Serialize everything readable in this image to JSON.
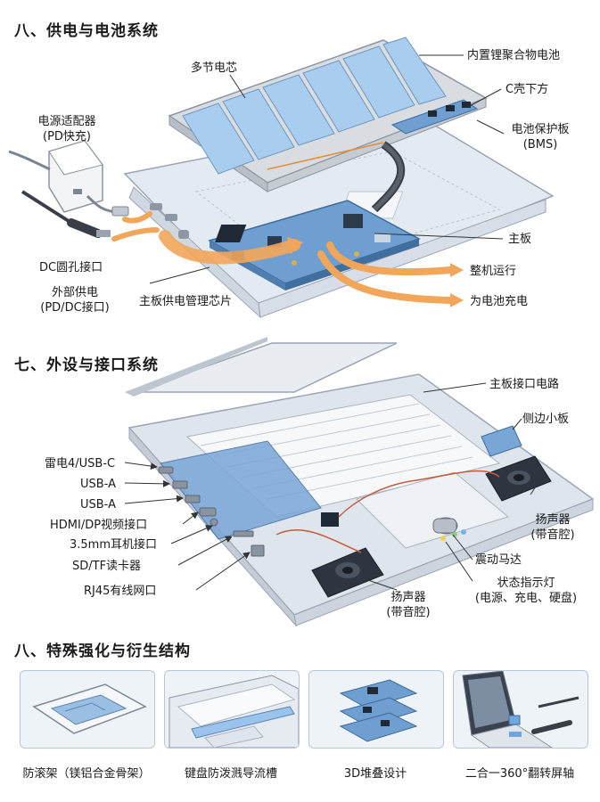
{
  "sections": [
    {
      "title": "八、供电与电池系统"
    },
    {
      "title": "七、外设与接口系统"
    },
    {
      "title": "八、特殊强化与衍生结构"
    }
  ],
  "power": {
    "cells_label": "多节电芯",
    "battery_label": "内置锂聚合物电池",
    "c_shell_label": "C壳下方",
    "bms_label": "电池保护板",
    "bms_sub": "(BMS)",
    "adapter_label": "电源适配器",
    "adapter_sub": "(PD快充)",
    "dc_label": "DC圆孔接口",
    "external_label": "外部供电",
    "external_sub": "(PD/DC接口)",
    "pmic_label": "主板供电管理芯片",
    "board_label": "主板",
    "run_label": "整机运行",
    "charge_label": "为电池充电"
  },
  "io": {
    "board_circuit_label": "主板接口电路",
    "side_board_label": "侧边小板",
    "ports": [
      "雷电4/USB-C",
      "USB-A",
      "USB-A",
      "HDMI/DP视频接口",
      "3.5mm耳机接口",
      "SD/TF读卡器",
      "RJ45有线网口"
    ],
    "speaker_right_label": "扬声器",
    "speaker_right_sub": "(带音腔)",
    "speaker_left_label": "扬声器",
    "speaker_left_sub": "(带音腔)",
    "motor_label": "震动马达",
    "led_label": "状态指示灯",
    "led_sub": "(电源、充电、硬盘)"
  },
  "special": {
    "cards": [
      {
        "caption": "防滚架（镁铝合金骨架）"
      },
      {
        "caption": "键盘防泼溅导流槽"
      },
      {
        "caption": "3D堆叠设计"
      },
      {
        "caption": "二合一360°翻转屏轴"
      }
    ]
  },
  "colors": {
    "accent_orange": "#f2a65a",
    "board_blue": "#5b8fc4",
    "cell_blue": "#a9cdee",
    "frame_gray": "#c9ced5"
  }
}
